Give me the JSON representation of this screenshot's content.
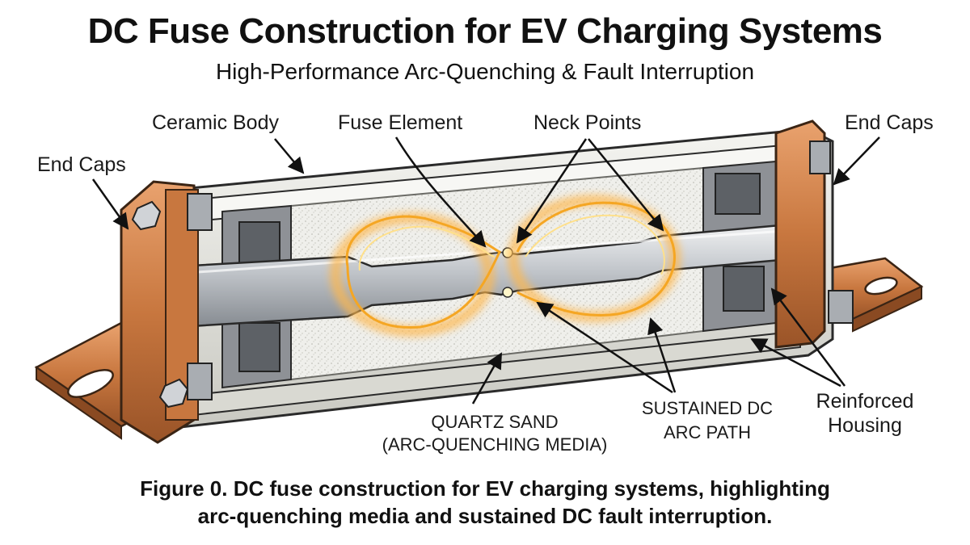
{
  "header": {
    "title": "DC Fuse Construction for EV Charging Systems",
    "subtitle": "High-Performance Arc-Quenching & Fault Interruption"
  },
  "labels": {
    "end_caps_left": "End Caps",
    "ceramic_body": "Ceramic Body",
    "fuse_element": "Fuse Element",
    "neck_points": "Neck Points",
    "end_caps_right": "End Caps",
    "quartz_sand_line1": "QUARTZ SAND",
    "quartz_sand_line2": "(ARC-QUENCHING MEDIA)",
    "arc_path_line1": "SUSTAINED DC",
    "arc_path_line2": "ARC PATH",
    "housing_line1": "Reinforced",
    "housing_line2": "Housing"
  },
  "caption": {
    "line1": "Figure 0. DC fuse construction for EV charging systems, highlighting",
    "line2": "arc-quenching media and sustained DC fault  interruption."
  },
  "colors": {
    "copper": "#c8773f",
    "ceramic": "#e4e4df",
    "sand": "#eeeeea",
    "steel": "#b9bdc2",
    "arc": "#f5a623"
  }
}
